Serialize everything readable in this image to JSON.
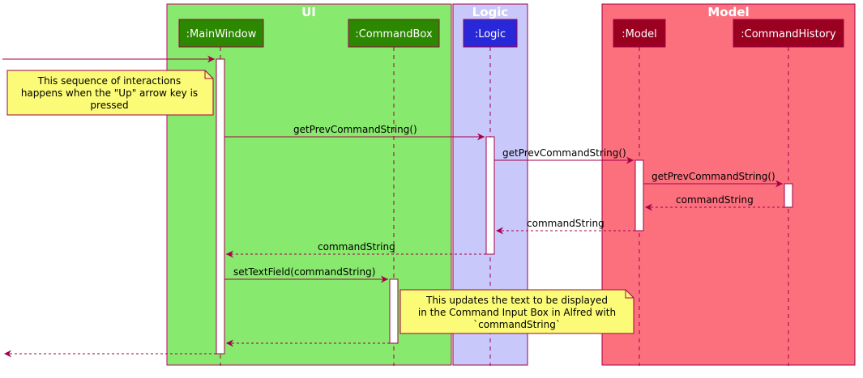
{
  "boxes": [
    {
      "title": "UI",
      "fill": "#87e96d",
      "stroke": "#c4006e"
    },
    {
      "title": "Logic",
      "fill": "#c8c8fa",
      "stroke": "#a30048"
    },
    {
      "title": "Model",
      "fill": "#fc707e",
      "stroke": "#a30048"
    }
  ],
  "participants": [
    {
      "label": ":MainWindow",
      "fill": "#2b8800"
    },
    {
      "label": ":CommandBox",
      "fill": "#2b8800"
    },
    {
      "label": ":Logic",
      "fill": "#2828d8"
    },
    {
      "label": ":Model",
      "fill": "#9a0020"
    },
    {
      "label": ":CommandHistory",
      "fill": "#9a0020"
    }
  ],
  "messages": [
    {
      "label": "getPrevCommandString()"
    },
    {
      "label": "getPrevCommandString()"
    },
    {
      "label": "getPrevCommandString()"
    },
    {
      "label": "commandString"
    },
    {
      "label": "commandString"
    },
    {
      "label": "commandString"
    },
    {
      "label": "setTextField(commandString)"
    }
  ],
  "notes": [
    {
      "lines": [
        "This sequence of interactions",
        "happens when the \"Up\" arrow key is",
        "pressed"
      ]
    },
    {
      "lines": [
        "This updates the text to be displayed",
        "in the Command Input Box in Alfred with",
        "`commandString`"
      ]
    }
  ],
  "colors": {
    "arrow": "#a30048",
    "note_fill": "#fbfb77",
    "note_stroke": "#a30048"
  }
}
